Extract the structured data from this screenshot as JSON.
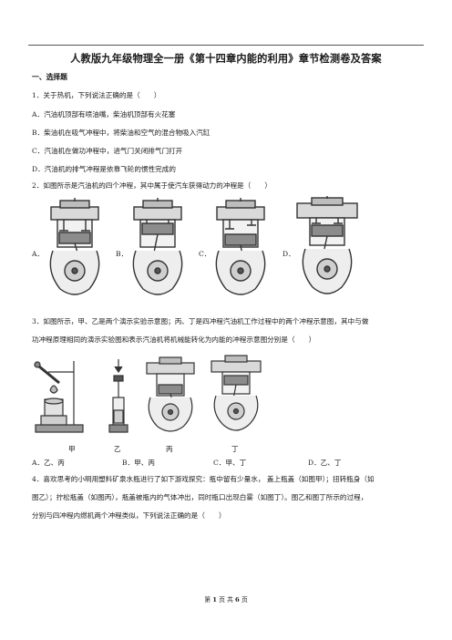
{
  "title": "人教版九年级物理全一册《第十四章内能的利用》章节检测卷及答案",
  "section1": "一、选择题",
  "q1": {
    "stem": "1．关于热机，下列说法正确的是（　　）",
    "options": [
      "A．汽油机顶部有喷油嘴，柴油机顶部有火花塞",
      "B．柴油机在吸气冲程中，将柴油和空气的混合物吸入汽缸",
      "C．汽油机在做功冲程中，进气门关闭排气门打开",
      "D．汽油机的排气冲程是依靠飞轮的惯性完成的"
    ]
  },
  "q2": {
    "stem": "2．如图所示是汽油机的四个冲程，其中属于使汽车获得动力的冲程是（　　）",
    "labels": [
      "A．",
      "B．",
      "C．",
      "D．"
    ]
  },
  "q3": {
    "stem_line1": "3．如图所示，甲、乙是两个演示实验示意图；丙、丁是四冲程汽油机工作过程中的两个冲程示意图，其中与做",
    "stem_line2": "功冲程原理相同的演示实验图和表示汽油机将机械能转化为内能的冲程示意图分别是（　　）",
    "captions": [
      "甲",
      "乙",
      "丙",
      "丁"
    ],
    "options": [
      "A．乙、丙",
      "B．甲、丙",
      "C．甲、丁",
      "D．乙、丁"
    ]
  },
  "q4": {
    "line1": "4．喜欢思考的小明用塑料矿泉水瓶进行了如下游戏探究：瓶中留有少量水，  盖上瓶盖（如图甲）；扭转瓶身（如",
    "line2": "图乙）；拧松瓶盖（如图丙），瓶盖被瓶内的气体冲出，同时瓶口出现白雾（如图丁）。图乙和图丁所示的过程，",
    "line3": "分别与四冲程内燃机两个冲程类似，下列说法正确的是（　　）"
  },
  "footer": {
    "pre": "第",
    "page": "1",
    "mid": "页  共",
    "total": "6",
    "post": "页"
  }
}
